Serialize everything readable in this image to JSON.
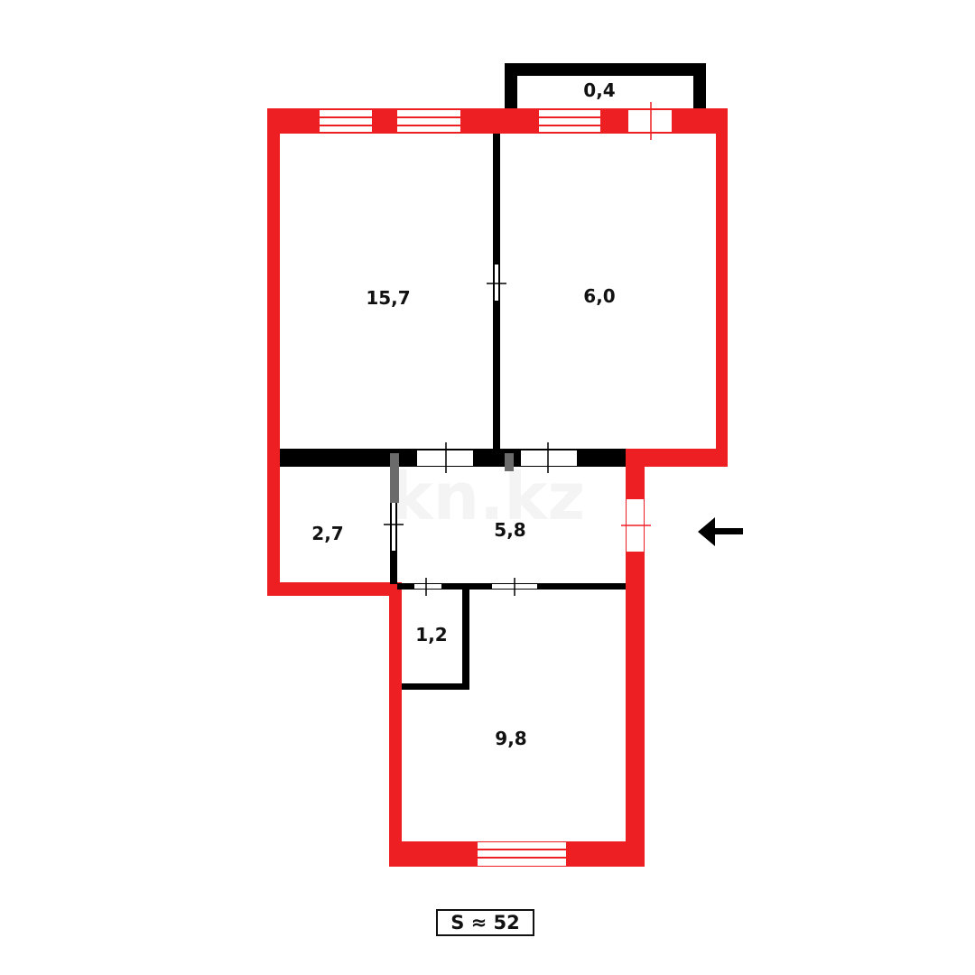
{
  "plan": {
    "colors": {
      "exterior_wall": "#ee1f23",
      "interior_wall": "#000000",
      "background": "#ffffff"
    },
    "rooms": [
      {
        "id": "room-1",
        "label": "15,7"
      },
      {
        "id": "room-2",
        "label": "6,0"
      },
      {
        "id": "balcony",
        "label": "0,4"
      },
      {
        "id": "room-3",
        "label": "2,7"
      },
      {
        "id": "hall",
        "label": "5,8"
      },
      {
        "id": "bath",
        "label": "1,2"
      },
      {
        "id": "room-4",
        "label": "9,8"
      }
    ],
    "entrance_arrow": "arrow-left-icon",
    "watermark": "kn.kz",
    "total_area": "S ≈ 52"
  }
}
